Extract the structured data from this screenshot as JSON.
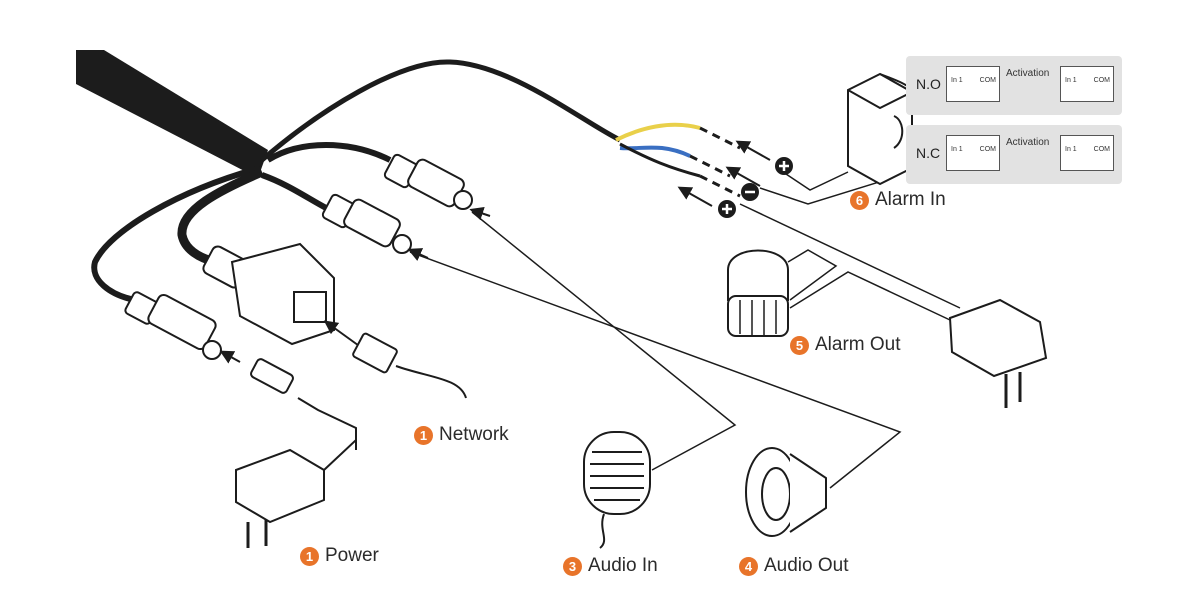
{
  "colors": {
    "accent": "#e8742a",
    "cable": "#1c1c1c",
    "wire_yellow": "#e9d04a",
    "wire_blue": "#3a6fc2",
    "panel_bg": "#e2e2e2"
  },
  "labels": {
    "network": {
      "badge": "1",
      "text": "Network"
    },
    "power": {
      "badge": "1",
      "text": "Power"
    },
    "audio_in": {
      "badge": "3",
      "text": "Audio In"
    },
    "audio_out": {
      "badge": "4",
      "text": "Audio Out"
    },
    "alarm_out": {
      "badge": "5",
      "text": "Alarm Out"
    },
    "alarm_in": {
      "badge": "6",
      "text": "Alarm In"
    }
  },
  "alarm_panels": {
    "no": {
      "tag": "N.O",
      "in_label": "In 1",
      "com_label": "COM",
      "activation": "Activation"
    },
    "nc": {
      "tag": "N.C",
      "in_label": "In 1",
      "com_label": "COM",
      "activation": "Activation"
    }
  },
  "icons": [
    "plus-icon",
    "minus-icon",
    "plus-icon"
  ]
}
